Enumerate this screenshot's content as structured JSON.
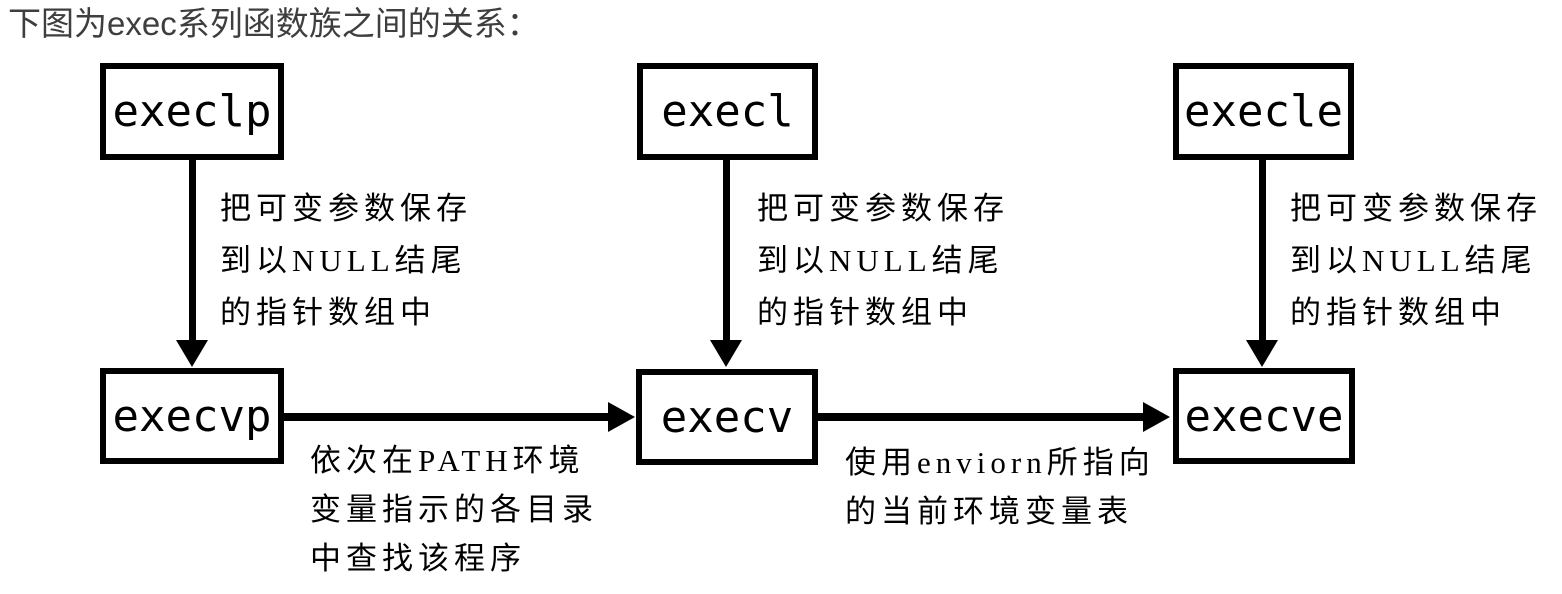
{
  "title": "下图为exec系列函数族之间的关系：",
  "colors": {
    "background": "#ffffff",
    "title_text": "#3e3e3e",
    "diagram_ink": "#000000",
    "node_fill": "#ffffff"
  },
  "diagram": {
    "type": "flow-diagram",
    "description_visible": "exec family function relationship diagram",
    "nodes": [
      {
        "id": "execlp",
        "label": "execlp"
      },
      {
        "id": "execl",
        "label": "execl"
      },
      {
        "id": "execle",
        "label": "execle"
      },
      {
        "id": "execvp",
        "label": "execvp"
      },
      {
        "id": "execv",
        "label": "execv"
      },
      {
        "id": "execve",
        "label": "execve"
      }
    ],
    "edges": [
      {
        "from": "execlp",
        "to": "execvp",
        "direction": "down",
        "lines": [
          "把可变参数保存",
          "到以NULL结尾",
          "的指针数组中"
        ]
      },
      {
        "from": "execl",
        "to": "execv",
        "direction": "down",
        "lines": [
          "把可变参数保存",
          "到以NULL结尾",
          "的指针数组中"
        ]
      },
      {
        "from": "execle",
        "to": "execve",
        "direction": "down",
        "lines": [
          "把可变参数保存",
          "到以NULL结尾",
          "的指针数组中"
        ]
      },
      {
        "from": "execvp",
        "to": "execv",
        "direction": "right",
        "lines": [
          "依次在PATH环境",
          "变量指示的各目录",
          "中查找该程序"
        ]
      },
      {
        "from": "execv",
        "to": "execve",
        "direction": "right",
        "lines": [
          "使用enviorn所指向",
          "的当前环境变量表"
        ]
      }
    ]
  }
}
